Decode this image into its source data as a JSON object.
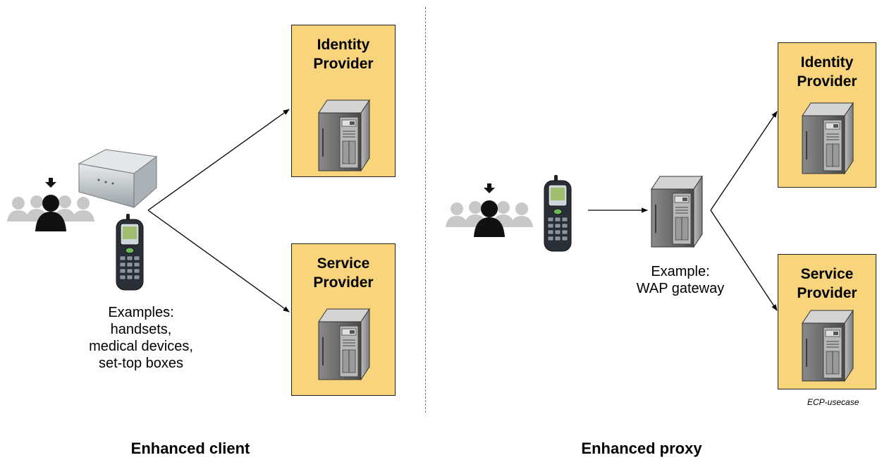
{
  "left": {
    "idp_title": "Identity\nProvider",
    "sp_title": "Service\nProvider",
    "caption": "Examples:\nhandsets,\nmedical devices,\nset-top boxes",
    "section_label": "Enhanced client"
  },
  "right": {
    "idp_title": "Identity\nProvider",
    "sp_title": "Service\nProvider",
    "caption": "Example:\nWAP gateway",
    "section_label": "Enhanced proxy",
    "tag": "ECP-usecase"
  },
  "colors": {
    "provider_box": "#f8d47c",
    "user_silhouette": "#111111",
    "group_silhouette": "#c8c8c8",
    "server": "#6a6a6a"
  },
  "icons": [
    "user-group-icon",
    "set-top-box-icon",
    "mobile-phone-icon",
    "server-icon",
    "arrow-icon"
  ]
}
